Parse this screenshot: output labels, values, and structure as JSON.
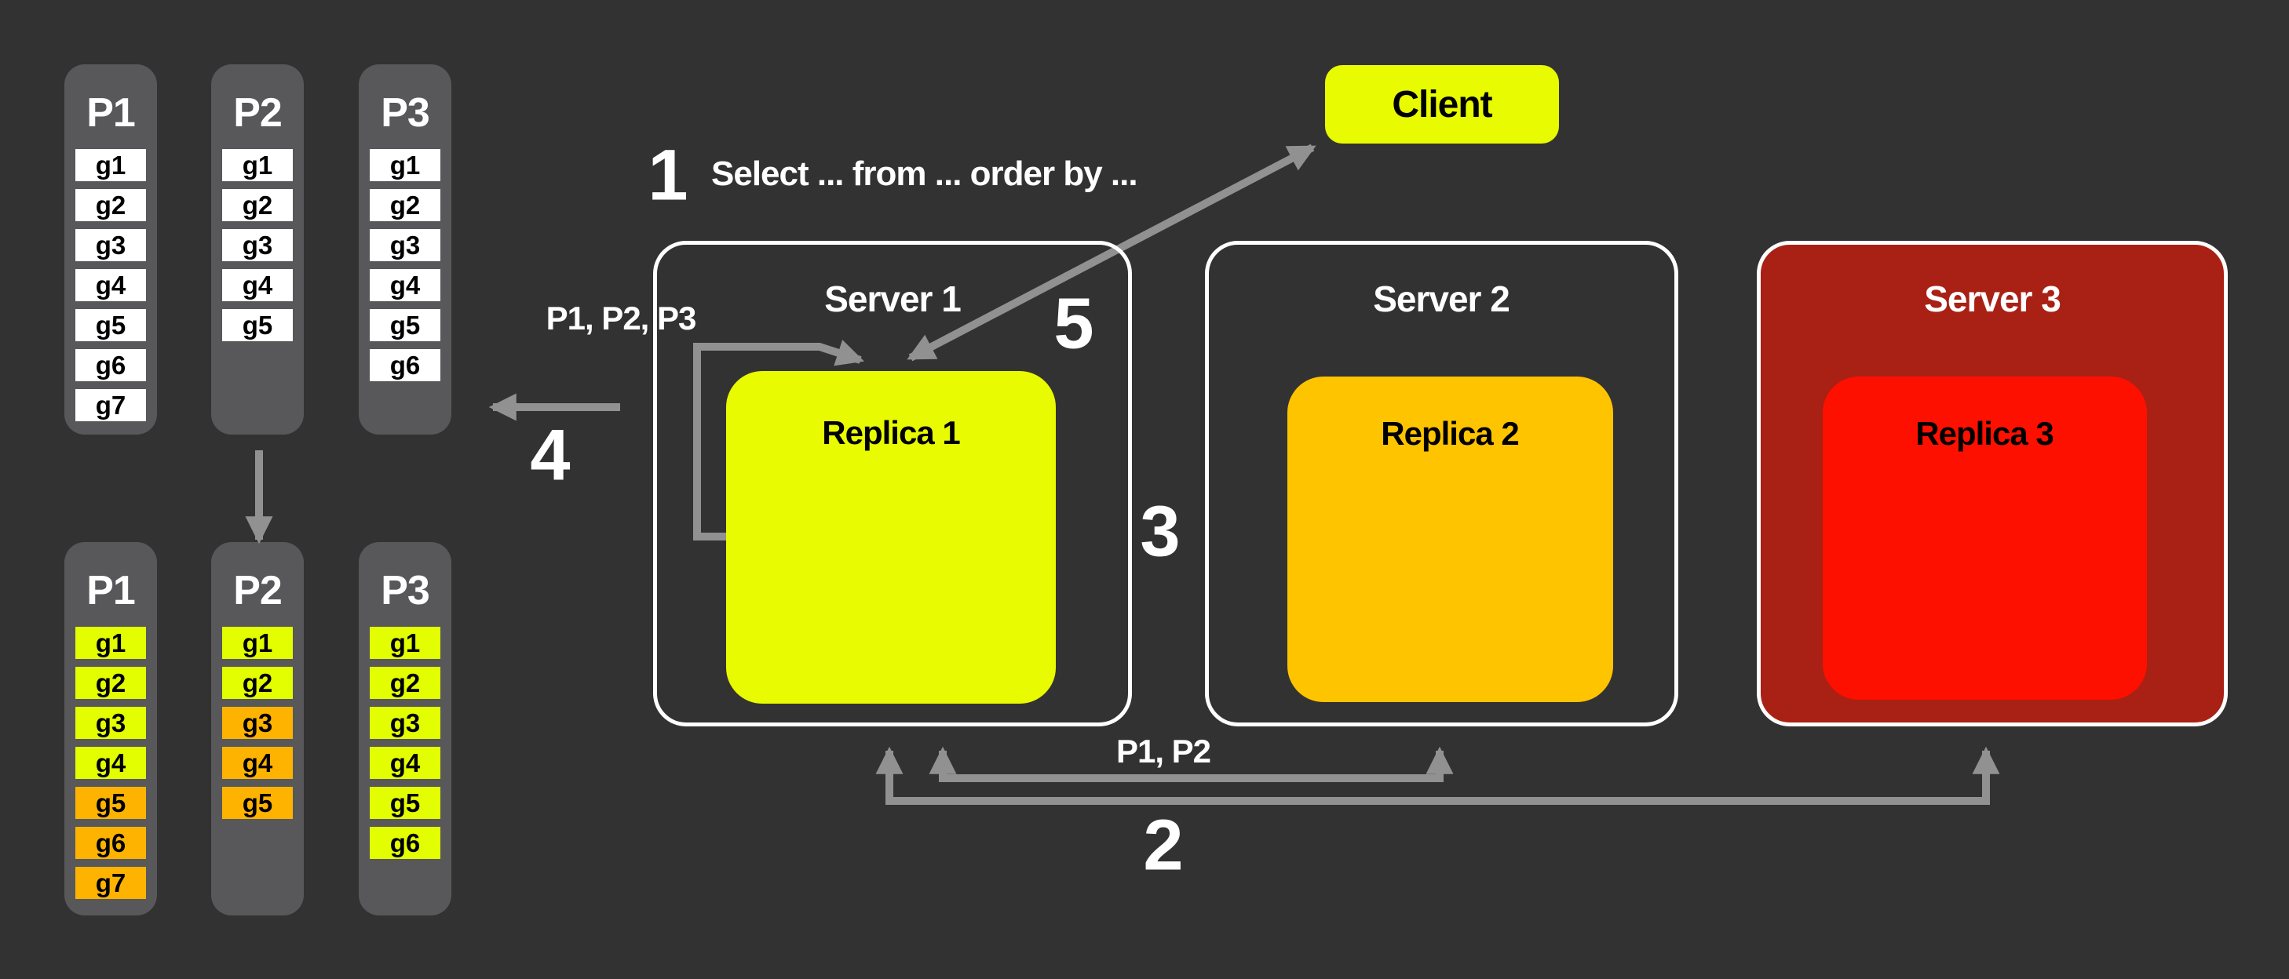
{
  "colors": {
    "background": "#333233",
    "panel_gray": "#58585a",
    "cell_white": "#ffffff",
    "cell_yellow": "#e3fe01",
    "cell_orange": "#ffb301",
    "replica1_yellow": "#e8fb00",
    "replica2_gold": "#ffc400",
    "replica3_red": "#fe1000",
    "server3_dark_red": "#a92015",
    "arrow_gray": "#919191",
    "text_white": "#ffffff",
    "text_black": "#000000"
  },
  "client": {
    "label": "Client"
  },
  "query": {
    "text": "Select ... from ... order by ..."
  },
  "steps": {
    "s1": "1",
    "s2": "2",
    "s3": "3",
    "s4": "4",
    "s5": "5"
  },
  "arrows": {
    "fanout_label": "P1, P2, P3",
    "gossip_label": "P1, P2"
  },
  "servers": [
    {
      "name": "Server 1",
      "replica": "Replica 1"
    },
    {
      "name": "Server 2",
      "replica": "Replica 2"
    },
    {
      "name": "Server 3",
      "replica": "Replica 3"
    }
  ],
  "partitions_top": {
    "columns": [
      {
        "name": "P1",
        "cells": [
          {
            "id": "g1",
            "color": "white"
          },
          {
            "id": "g2",
            "color": "white"
          },
          {
            "id": "g3",
            "color": "white"
          },
          {
            "id": "g4",
            "color": "white"
          },
          {
            "id": "g5",
            "color": "white"
          },
          {
            "id": "g6",
            "color": "white"
          },
          {
            "id": "g7",
            "color": "white"
          }
        ]
      },
      {
        "name": "P2",
        "cells": [
          {
            "id": "g1",
            "color": "white"
          },
          {
            "id": "g2",
            "color": "white"
          },
          {
            "id": "g3",
            "color": "white"
          },
          {
            "id": "g4",
            "color": "white"
          },
          {
            "id": "g5",
            "color": "white"
          }
        ]
      },
      {
        "name": "P3",
        "cells": [
          {
            "id": "g1",
            "color": "white"
          },
          {
            "id": "g2",
            "color": "white"
          },
          {
            "id": "g3",
            "color": "white"
          },
          {
            "id": "g4",
            "color": "white"
          },
          {
            "id": "g5",
            "color": "white"
          },
          {
            "id": "g6",
            "color": "white"
          }
        ]
      }
    ]
  },
  "partitions_bottom": {
    "columns": [
      {
        "name": "P1",
        "cells": [
          {
            "id": "g1",
            "color": "yellow"
          },
          {
            "id": "g2",
            "color": "yellow"
          },
          {
            "id": "g3",
            "color": "yellow"
          },
          {
            "id": "g4",
            "color": "yellow"
          },
          {
            "id": "g5",
            "color": "orange"
          },
          {
            "id": "g6",
            "color": "orange"
          },
          {
            "id": "g7",
            "color": "orange"
          }
        ]
      },
      {
        "name": "P2",
        "cells": [
          {
            "id": "g1",
            "color": "yellow"
          },
          {
            "id": "g2",
            "color": "yellow"
          },
          {
            "id": "g3",
            "color": "orange"
          },
          {
            "id": "g4",
            "color": "orange"
          },
          {
            "id": "g5",
            "color": "orange"
          }
        ]
      },
      {
        "name": "P3",
        "cells": [
          {
            "id": "g1",
            "color": "yellow"
          },
          {
            "id": "g2",
            "color": "yellow"
          },
          {
            "id": "g3",
            "color": "yellow"
          },
          {
            "id": "g4",
            "color": "yellow"
          },
          {
            "id": "g5",
            "color": "yellow"
          },
          {
            "id": "g6",
            "color": "yellow"
          }
        ]
      }
    ]
  }
}
